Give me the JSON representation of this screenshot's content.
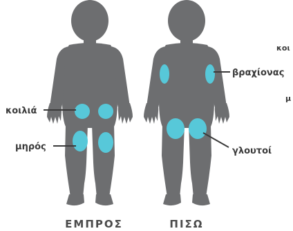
{
  "colors": {
    "silhouette": "#6d6e70",
    "site": "#57c8d9",
    "text": "#3a3a3a"
  },
  "labels": {
    "belly": "κοιλιά",
    "thigh": "μηρός",
    "arm": "βραχίονας",
    "buttocks": "γλουτοί",
    "cropped_top": "κοι",
    "cropped_mid": "μ"
  },
  "captions": {
    "front": "ΕΜΠΡΟΣ",
    "back": "ΠΙΣΩ"
  }
}
